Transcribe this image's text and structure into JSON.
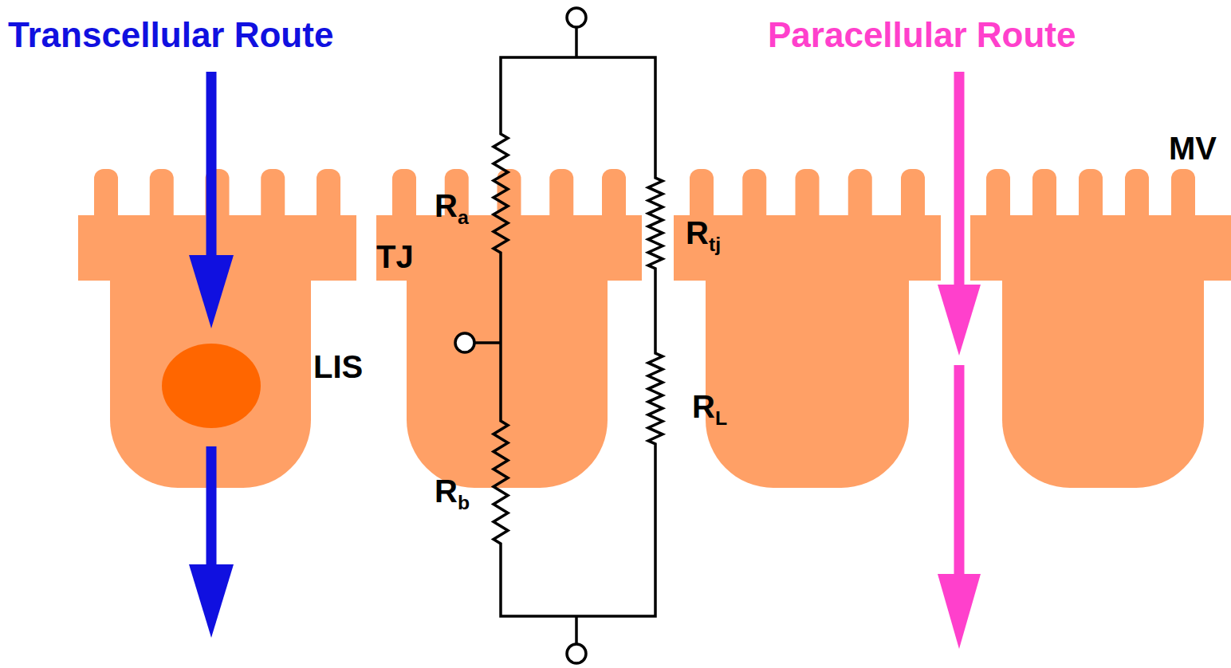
{
  "diagram": {
    "labels": [
      "Transcellular Route",
      "Paracellular Route",
      "MV",
      "Ra",
      "TJ",
      "Rtj",
      "LIS",
      "RL",
      "Rb"
    ]
  }
}
